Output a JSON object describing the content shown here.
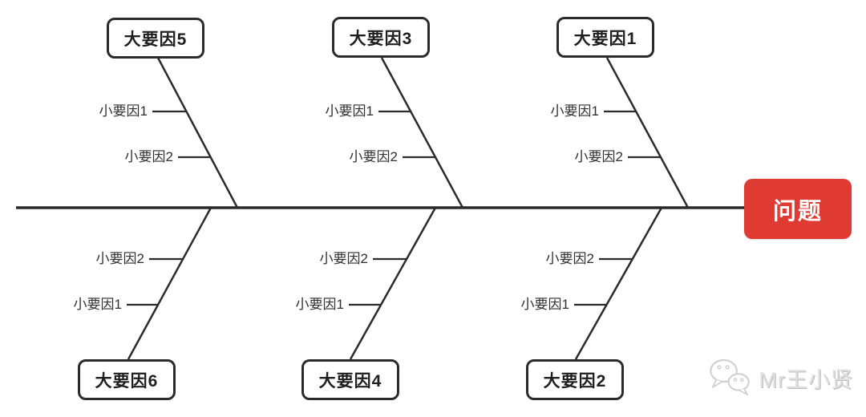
{
  "diagram": {
    "problem": {
      "label": "问题"
    },
    "causes": [
      {
        "label": "大要因5",
        "side": "top",
        "subs": [
          "小要因1",
          "小要因2"
        ]
      },
      {
        "label": "大要因3",
        "side": "top",
        "subs": [
          "小要因1",
          "小要因2"
        ]
      },
      {
        "label": "大要因1",
        "side": "top",
        "subs": [
          "小要因1",
          "小要因2"
        ]
      },
      {
        "label": "大要因6",
        "side": "bottom",
        "subs": [
          "小要因1",
          "小要因2"
        ]
      },
      {
        "label": "大要因4",
        "side": "bottom",
        "subs": [
          "小要因1",
          "小要因2"
        ]
      },
      {
        "label": "大要因2",
        "side": "bottom",
        "subs": [
          "小要因1",
          "小要因2"
        ]
      }
    ],
    "colors": {
      "problem_bg": "#E03B32",
      "problem_text": "#FFFFFF",
      "line": "#2B2B2B",
      "box_border": "#2B2B2B",
      "label_text": "#2F2F2F",
      "watermark": "#DEDEDE"
    }
  },
  "watermark": {
    "text": "Mr王小贤",
    "icon": "wechat-icon"
  }
}
